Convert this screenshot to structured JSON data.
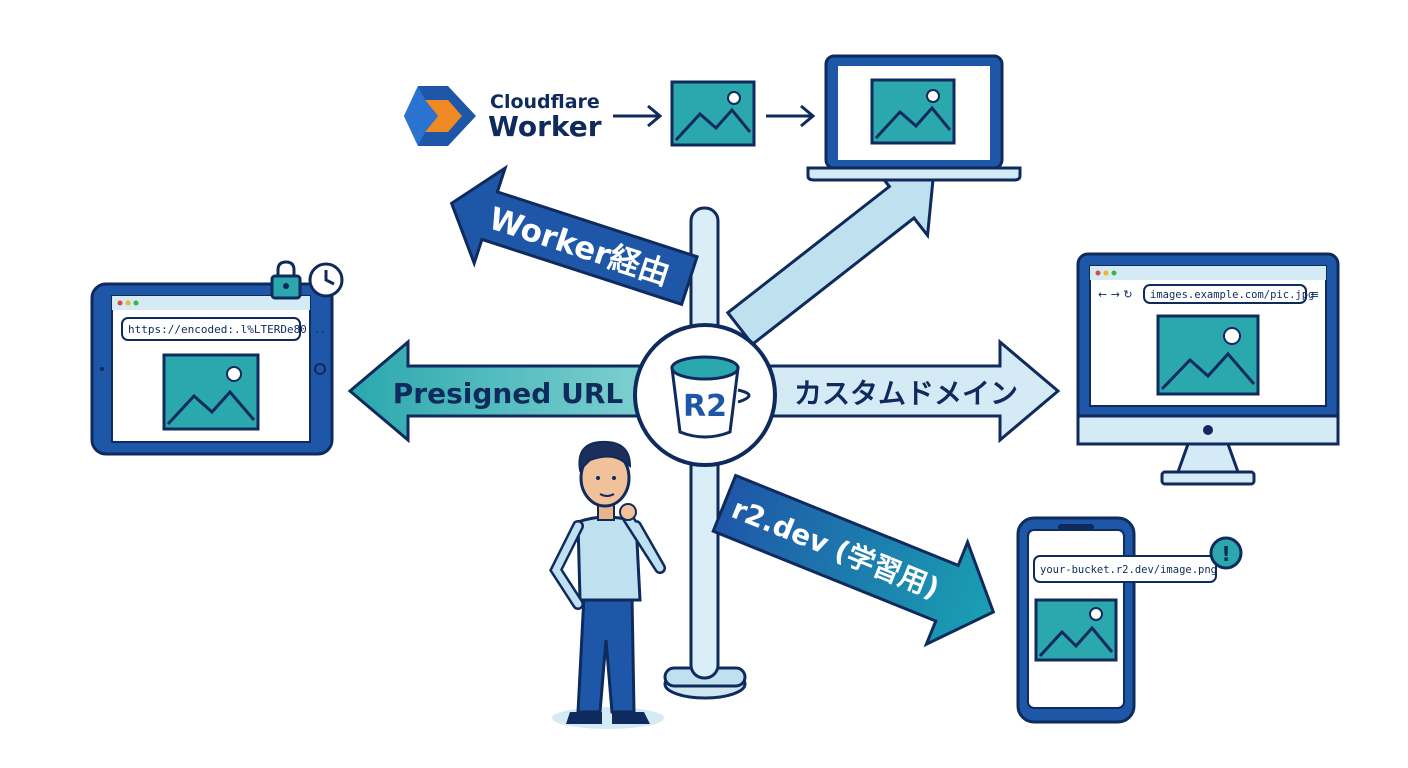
{
  "center": {
    "label": "R2"
  },
  "routes": {
    "worker": {
      "label": "Worker経由"
    },
    "presigned": {
      "label": "Presigned URL"
    },
    "custom_domain": {
      "label": "カスタムドメイン"
    },
    "r2dev": {
      "label": "r2.dev (学習用)"
    }
  },
  "cloudflare": {
    "line1": "Cloudflare",
    "line2": "Worker"
  },
  "tablet": {
    "url": "https://encoded:.l%LTERDe80..."
  },
  "desktop": {
    "url": "images.example.com/pic.jpg"
  },
  "phone": {
    "url": "your-bucket.r2.dev/image.png",
    "alert": "!"
  },
  "colors": {
    "navy": "#0f2a5c",
    "blue": "#1f57a8",
    "teal": "#2aa8ad",
    "light_blue": "#bfe0ef",
    "accent_orange": "#f08a24"
  }
}
